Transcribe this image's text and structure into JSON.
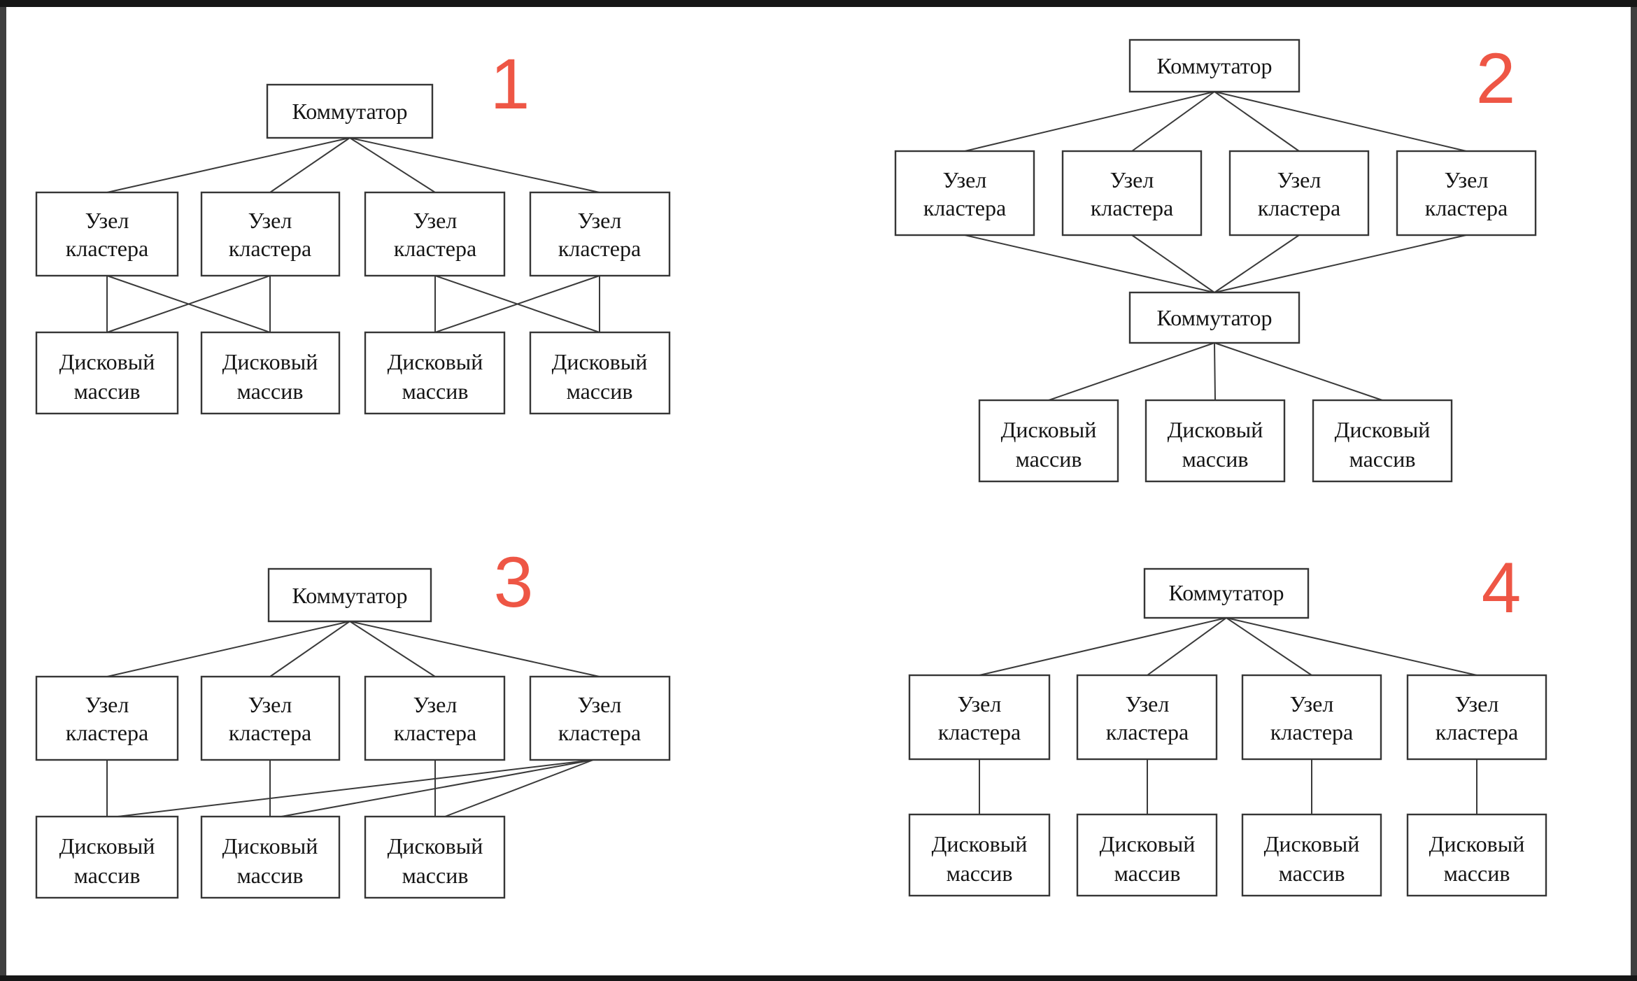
{
  "figure": {
    "background": "#ffffff",
    "frame": {
      "top_color": "#161616",
      "bottom_color": "#161616",
      "left_color": "#3f3f3f",
      "right_color": "#3f3f3f"
    },
    "marker_color": "#ee5645",
    "line_color": "#3a3a3a",
    "text_color": "#151515"
  },
  "labels": {
    "switch": "Коммутатор",
    "node_line1": "Узел",
    "node_line2": "кластера",
    "disk_line1": "Дисковый",
    "disk_line2": "массив"
  },
  "diagrams": [
    {
      "marker": "1",
      "switches": [
        "Коммутатор"
      ],
      "cluster_nodes": [
        "Узел кластера",
        "Узел кластера",
        "Узел кластера",
        "Узел кластера"
      ],
      "disk_arrays": [
        "Дисковый массив",
        "Дисковый массив",
        "Дисковый массив",
        "Дисковый массив"
      ],
      "edges": [
        "switch→node-1",
        "switch→node-2",
        "switch→node-3",
        "switch→node-4",
        "node-1→disk-1",
        "node-1→disk-2",
        "node-2→disk-1",
        "node-2→disk-2",
        "node-3→disk-3",
        "node-3→disk-4",
        "node-4→disk-3",
        "node-4→disk-4"
      ]
    },
    {
      "marker": "2",
      "switches": [
        "Коммутатор",
        "Коммутатор"
      ],
      "cluster_nodes": [
        "Узел кластера",
        "Узел кластера",
        "Узел кластера",
        "Узел кластера"
      ],
      "disk_arrays": [
        "Дисковый массив",
        "Дисковый массив",
        "Дисковый массив"
      ],
      "edges": [
        "switch-top→node-1",
        "switch-top→node-2",
        "switch-top→node-3",
        "switch-top→node-4",
        "node-1→switch-bottom",
        "node-2→switch-bottom",
        "node-3→switch-bottom",
        "node-4→switch-bottom",
        "switch-bottom→disk-1",
        "switch-bottom→disk-2",
        "switch-bottom→disk-3"
      ]
    },
    {
      "marker": "3",
      "switches": [
        "Коммутатор"
      ],
      "cluster_nodes": [
        "Узел кластера",
        "Узел кластера",
        "Узел кластера",
        "Узел кластера"
      ],
      "disk_arrays": [
        "Дисковый массив",
        "Дисковый массив",
        "Дисковый массив"
      ],
      "edges": [
        "switch→node-1",
        "switch→node-2",
        "switch→node-3",
        "switch→node-4",
        "node-1→disk-1",
        "node-2→disk-2",
        "node-3→disk-3",
        "node-4→disk-1",
        "node-4→disk-2",
        "node-4→disk-3"
      ]
    },
    {
      "marker": "4",
      "switches": [
        "Коммутатор"
      ],
      "cluster_nodes": [
        "Узел кластера",
        "Узел кластера",
        "Узел кластера",
        "Узел кластера"
      ],
      "disk_arrays": [
        "Дисковый массив",
        "Дисковый массив",
        "Дисковый массив",
        "Дисковый массив"
      ],
      "edges": [
        "switch→node-1",
        "switch→node-2",
        "switch→node-3",
        "switch→node-4",
        "node-1→disk-1",
        "node-2→disk-2",
        "node-3→disk-3",
        "node-4→disk-4"
      ]
    }
  ]
}
